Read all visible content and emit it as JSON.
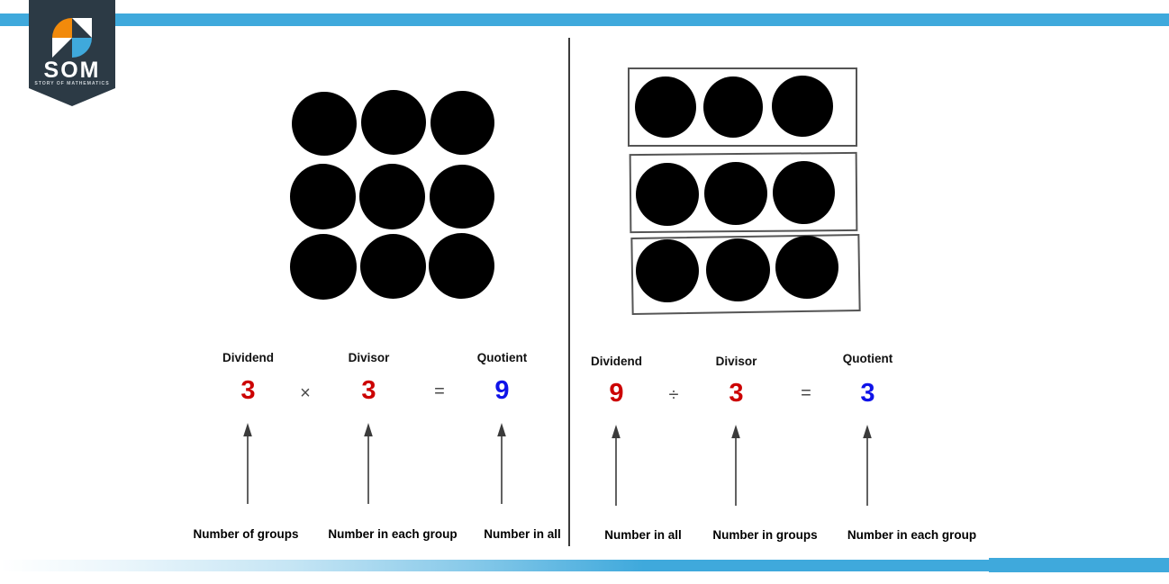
{
  "brand": {
    "name": "SOM",
    "tagline": "STORY OF MATHEMATICS",
    "badge_color": "#2C3A45",
    "accent_orange": "#F28A0B",
    "accent_blue": "#3FA9DC"
  },
  "theme": {
    "bar_blue": "#3FA9DC",
    "number_red": "#CC0000",
    "number_blue": "#0F13E8",
    "dot_color": "#000000",
    "box_border": "#555555",
    "divider": "#3b3b3b"
  },
  "left_panel": {
    "model": {
      "type": "array",
      "rows": 3,
      "cols": 3,
      "total_dots": 9
    },
    "equation": {
      "terms": [
        {
          "label": "Dividend",
          "value": "3",
          "color": "red",
          "caption": "Number of groups"
        },
        {
          "label": "Divisor",
          "value": "3",
          "color": "red",
          "caption": "Number in each group"
        },
        {
          "label": "Quotient",
          "value": "9",
          "color": "blue",
          "caption": "Number in all"
        }
      ],
      "operators": [
        "×",
        "="
      ],
      "expression": "3 × 3 = 9"
    }
  },
  "right_panel": {
    "model": {
      "type": "grouped-boxes",
      "groups": 3,
      "dots_per_group": 3,
      "total_dots": 9
    },
    "equation": {
      "terms": [
        {
          "label": "Dividend",
          "value": "9",
          "color": "red",
          "caption": "Number in all"
        },
        {
          "label": "Divisor",
          "value": "3",
          "color": "red",
          "caption": "Number in groups"
        },
        {
          "label": "Quotient",
          "value": "3",
          "color": "blue",
          "caption": "Number in each group"
        }
      ],
      "operators": [
        "÷",
        "="
      ],
      "expression": "9 ÷ 3 = 3"
    }
  }
}
